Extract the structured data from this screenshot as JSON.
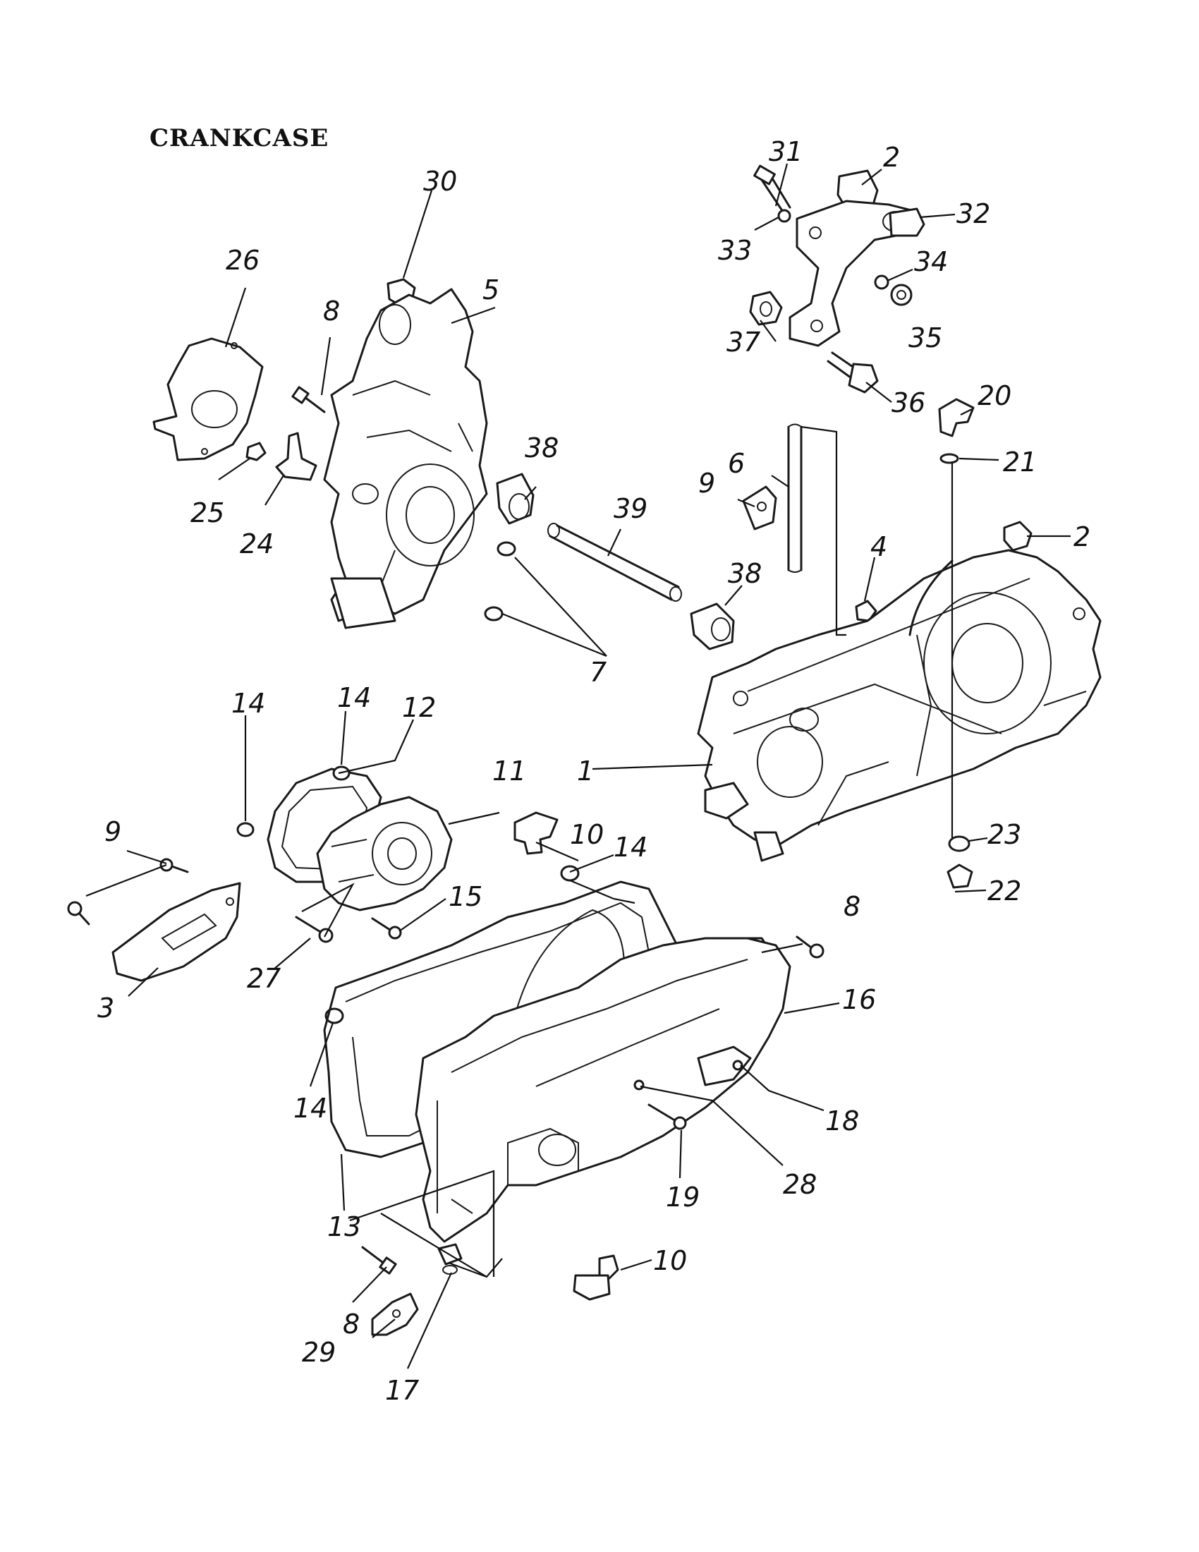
{
  "title": "CRANKCASE",
  "callouts": [
    {
      "id": "c31a",
      "text": "31"
    },
    {
      "id": "c2a",
      "text": "2"
    },
    {
      "id": "c32",
      "text": "32"
    },
    {
      "id": "c33",
      "text": "33"
    },
    {
      "id": "c34",
      "text": "34"
    },
    {
      "id": "c35",
      "text": "35"
    },
    {
      "id": "c37",
      "text": "37"
    },
    {
      "id": "c36",
      "text": "36"
    },
    {
      "id": "c20",
      "text": "20"
    },
    {
      "id": "c21",
      "text": "21"
    },
    {
      "id": "c2b",
      "text": "2"
    },
    {
      "id": "c30",
      "text": "30"
    },
    {
      "id": "c26",
      "text": "26"
    },
    {
      "id": "c8a",
      "text": "8"
    },
    {
      "id": "c5",
      "text": "5"
    },
    {
      "id": "c38a",
      "text": "38"
    },
    {
      "id": "c25",
      "text": "25"
    },
    {
      "id": "c24",
      "text": "24"
    },
    {
      "id": "c39",
      "text": "39"
    },
    {
      "id": "c9a",
      "text": "9"
    },
    {
      "id": "c6",
      "text": "6"
    },
    {
      "id": "c38b",
      "text": "38"
    },
    {
      "id": "c4",
      "text": "4"
    },
    {
      "id": "c7",
      "text": "7"
    },
    {
      "id": "c1",
      "text": "1"
    },
    {
      "id": "c14a",
      "text": "14"
    },
    {
      "id": "c12",
      "text": "12"
    },
    {
      "id": "c14b",
      "text": "14"
    },
    {
      "id": "c11",
      "text": "11"
    },
    {
      "id": "c10a",
      "text": "10"
    },
    {
      "id": "c9b",
      "text": "9"
    },
    {
      "id": "c14c",
      "text": "14"
    },
    {
      "id": "c15",
      "text": "15"
    },
    {
      "id": "c23",
      "text": "23"
    },
    {
      "id": "c22",
      "text": "22"
    },
    {
      "id": "c8b",
      "text": "8"
    },
    {
      "id": "c27",
      "text": "27"
    },
    {
      "id": "c3",
      "text": "3"
    },
    {
      "id": "c16",
      "text": "16"
    },
    {
      "id": "c14d",
      "text": "14"
    },
    {
      "id": "c18",
      "text": "18"
    },
    {
      "id": "c13",
      "text": "13"
    },
    {
      "id": "c19",
      "text": "19"
    },
    {
      "id": "c28",
      "text": "28"
    },
    {
      "id": "c10b",
      "text": "10"
    },
    {
      "id": "c8c",
      "text": "8"
    },
    {
      "id": "c29",
      "text": "29"
    },
    {
      "id": "c17",
      "text": "17"
    }
  ]
}
